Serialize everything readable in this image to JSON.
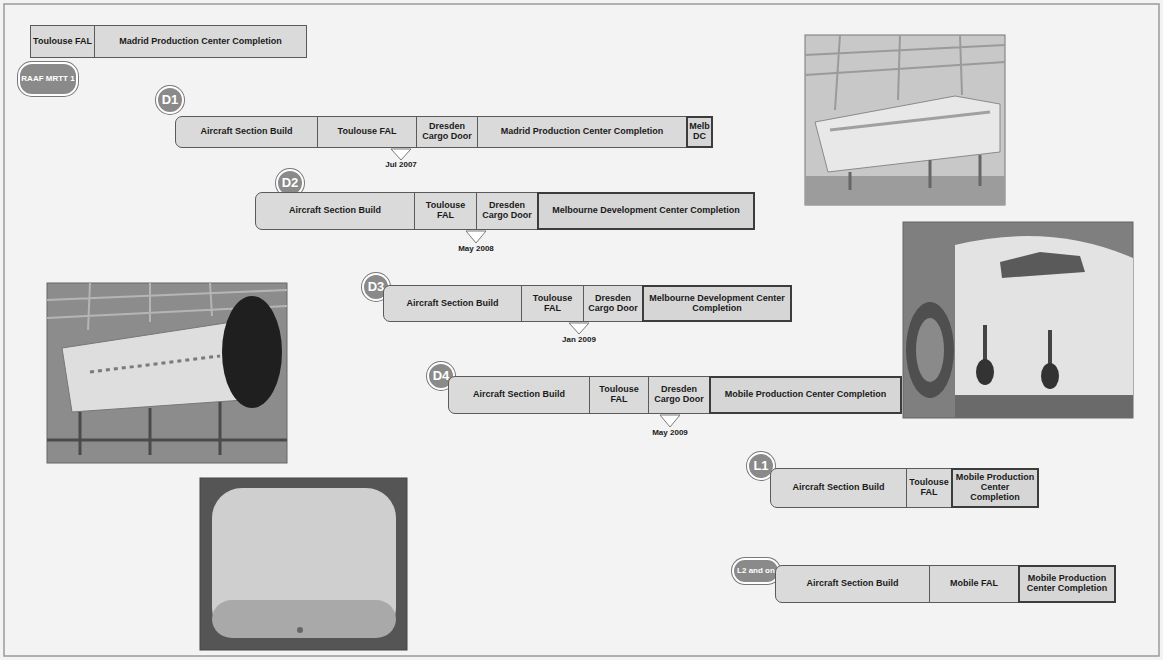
{
  "diagram": {
    "nodes": [
      {
        "text": [
          "Toulouse FAL"
        ]
      },
      {
        "text": [
          "Madrid Production Center Completion"
        ]
      },
      {
        "text": [
          "RAAF MRTT 1"
        ]
      },
      {
        "text": [
          "D1"
        ]
      },
      {
        "text": [
          "Aircraft Section Build"
        ]
      },
      {
        "text": [
          "Toulouse FAL"
        ]
      },
      {
        "text": [
          "Dresden Cargo Door"
        ]
      },
      {
        "text": [
          "Madrid Production Center Completion"
        ]
      },
      {
        "text": [
          "Melb DC"
        ]
      },
      {
        "text": [
          "D2"
        ]
      },
      {
        "text": [
          "Aircraft Section Build"
        ]
      },
      {
        "text": [
          "Toulouse FAL"
        ]
      },
      {
        "text": [
          "Dresden Cargo Door"
        ]
      },
      {
        "text": [
          "Melbourne Development Center Completion"
        ]
      },
      {
        "text": [
          "D3"
        ]
      },
      {
        "text": [
          "Aircraft Section Build"
        ]
      },
      {
        "text": [
          "Toulouse FAL"
        ]
      },
      {
        "text": [
          "Dresden Cargo Door"
        ]
      },
      {
        "text": [
          "Melbourne Development Center Completion"
        ]
      },
      {
        "text": [
          "D4"
        ]
      },
      {
        "text": [
          "Aircraft Section Build"
        ]
      },
      {
        "text": [
          "Toulouse FAL"
        ]
      },
      {
        "text": [
          "Dresden Cargo Door"
        ]
      },
      {
        "text": [
          "Mobile Production Center Completion"
        ]
      },
      {
        "text": [
          "L1"
        ]
      },
      {
        "text": [
          "Aircraft Section Build"
        ]
      },
      {
        "text": [
          "Toulouse FAL"
        ]
      },
      {
        "text": [
          "Mobile Production Center Completion"
        ]
      },
      {
        "text": [
          "L2 and on"
        ]
      },
      {
        "text": [
          "Aircraft Section Build"
        ]
      },
      {
        "text": [
          "Mobile FAL"
        ]
      },
      {
        "text": [
          "Mobile Production Center Completion"
        ]
      }
    ],
    "labels": [
      "Jul 2007",
      "May 2008",
      "Jan 2009",
      "May 2009"
    ]
  }
}
